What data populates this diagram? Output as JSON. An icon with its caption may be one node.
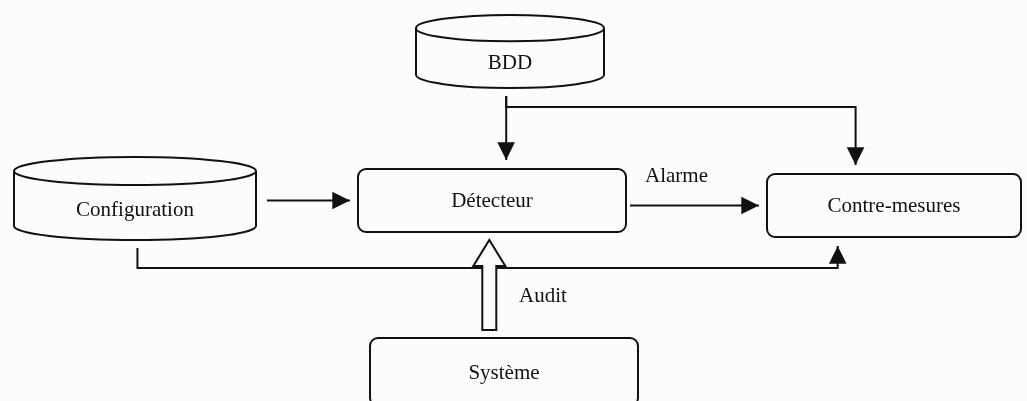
{
  "diagram": {
    "nodes": [
      {
        "text": [
          "BDD"
        ]
      },
      {
        "text": [
          "Configuration"
        ]
      },
      {
        "text": [
          "Détecteur"
        ]
      },
      {
        "text": [
          "Contre-mesures"
        ]
      },
      {
        "text": [
          "Système"
        ]
      }
    ],
    "edges": [
      {
        "from": 0,
        "to": 2,
        "arrow": "to"
      },
      {
        "from": 0,
        "to": 3,
        "arrow": "to"
      },
      {
        "from": 1,
        "to": 2,
        "arrow": "to"
      },
      {
        "from": 2,
        "to": 3,
        "arrow": "to",
        "label": "Alarme"
      },
      {
        "from": 1,
        "to": 3,
        "arrow": "to"
      },
      {
        "from": 4,
        "to": 2,
        "arrow": "to",
        "label": "Audit",
        "style": "thick"
      }
    ]
  }
}
